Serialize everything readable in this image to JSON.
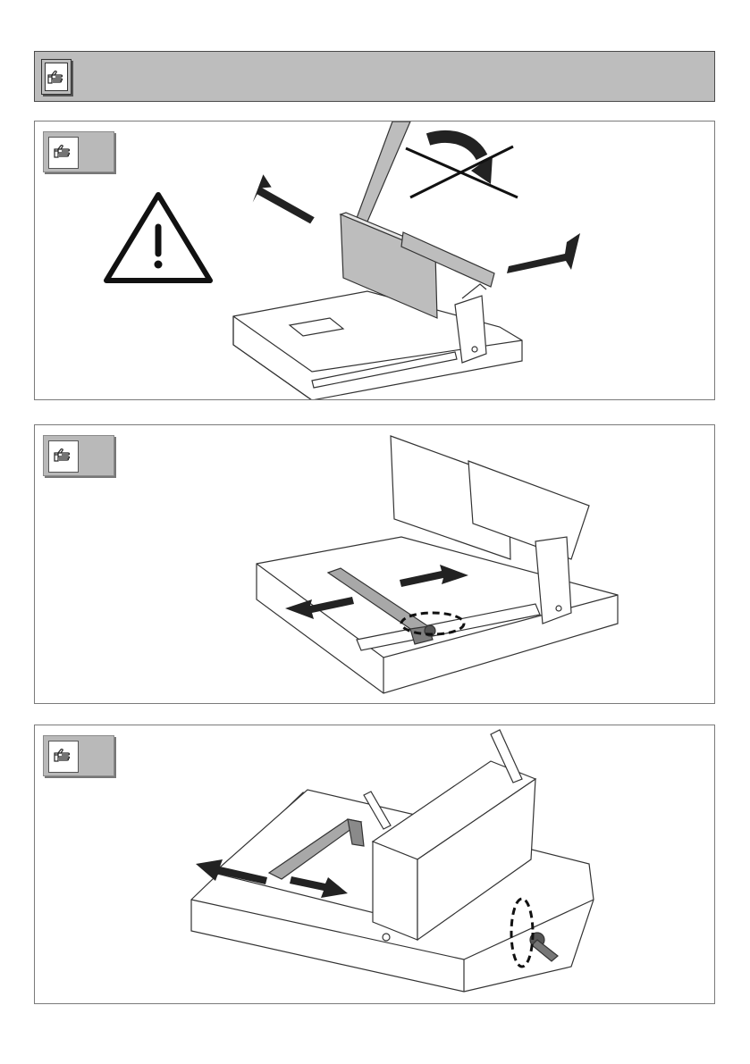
{
  "header": {
    "icon": "hand-pointing-icon"
  },
  "panels": [
    {
      "icon": "hand-pointing-icon",
      "illustration": "guillotine-safety-guard-warning"
    },
    {
      "icon": "hand-pointing-icon",
      "illustration": "back-gauge-adjustment"
    },
    {
      "icon": "hand-pointing-icon",
      "illustration": "side-gauge-crank-adjustment"
    }
  ]
}
